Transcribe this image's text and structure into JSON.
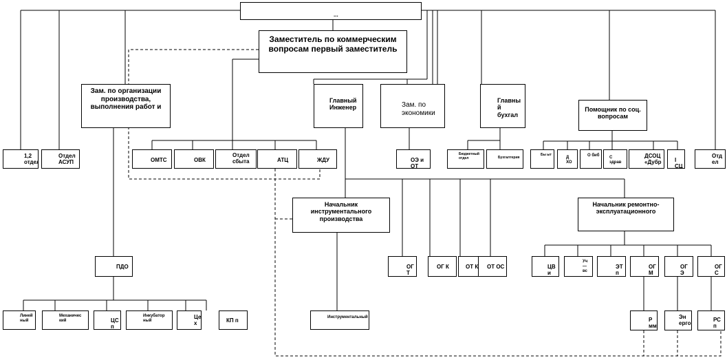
{
  "top": {
    "label": "..."
  },
  "deputy_commercial": {
    "label": "Заместитель по коммерческим вопросам первый заместитель"
  },
  "deputy_production": {
    "label": "Зам. по организации производства, выполнения работ и"
  },
  "chief_engineer": {
    "label": "Главный Инженер"
  },
  "deputy_economics": {
    "label": "Зам. по экономики"
  },
  "chief_accountant": {
    "label": "Главны й бухгал"
  },
  "assistant_social": {
    "label": "Помощник по соц. вопросам"
  },
  "head_instrumental": {
    "label": "Начальник инструментального производства"
  },
  "head_repair": {
    "label": "Начальник ремонтно-эксплуатационного"
  },
  "top_departments": [
    {
      "label": "1,2 отдел"
    },
    {
      "label": "Отдел АСУП"
    },
    {
      "label": "Отд ел"
    }
  ],
  "commercial_departments": [
    {
      "label": "ОМТС"
    },
    {
      "label": "ОВК"
    },
    {
      "label": "Отдел сбыта"
    },
    {
      "label": "АТЦ"
    },
    {
      "label": "ЖДУ"
    }
  ],
  "economics_departments": [
    {
      "label": "ОЭ и ОТ"
    }
  ],
  "accounting_departments": [
    {
      "label": "Бюджетный отдел"
    },
    {
      "label": "Бухгалтерия"
    }
  ],
  "social_departments": [
    {
      "label": "Бы ыт"
    },
    {
      "label": "Д ХО"
    },
    {
      "label": "О биб"
    },
    {
      "label": "С здрав"
    },
    {
      "label": "ДСОЦ «Дубр"
    },
    {
      "label": "I СЦ"
    }
  ],
  "pdo": {
    "label": "ПДО"
  },
  "pdo_departments": [
    {
      "label": "Линей ный"
    },
    {
      "label": "Механичес кий"
    },
    {
      "label": "ЦС п"
    },
    {
      "label": "Инкубатор ный"
    },
    {
      "label": "Це х"
    },
    {
      "label": "КП п"
    }
  ],
  "engineer_departments": [
    {
      "label": "ОГ Т"
    },
    {
      "label": "ОГ К"
    },
    {
      "label": "ОТ К"
    },
    {
      "label": "ОТ ОС"
    }
  ],
  "instrumental_shop": {
    "label": "Инструментальный"
  },
  "repair_departments": [
    {
      "label": "ЦВ и"
    },
    {
      "label": "Уч — вс"
    },
    {
      "label": "ЭТ п"
    },
    {
      "label": "ОГ М"
    },
    {
      "label": "ОГ Э"
    },
    {
      "label": "ОГ С"
    }
  ],
  "repair_shops": [
    {
      "label": "Р мм"
    },
    {
      "label": "Эн ерго"
    },
    {
      "label": "РС п"
    }
  ]
}
